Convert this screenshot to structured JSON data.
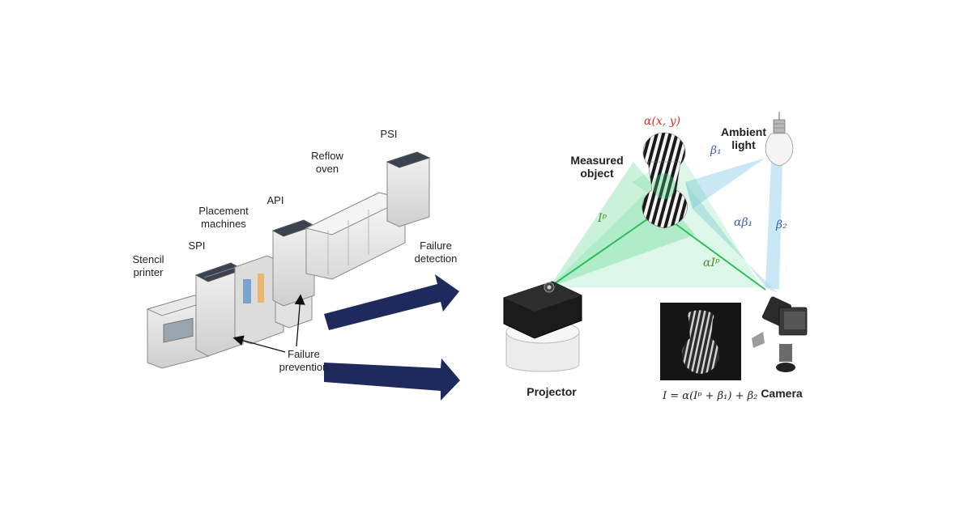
{
  "colors": {
    "arrow_navy": "#1f2a5c",
    "projection_green": "#3fd17a",
    "ambient_blue": "#9fd3ec",
    "label_red": "#d32f2f",
    "label_blue": "#3c62a8",
    "label_green": "#4a8f2f"
  },
  "line": {
    "stencil_printer": "Stencil\nprinter",
    "spi": "SPI",
    "placement_machines": "Placement\nmachines",
    "api": "API",
    "reflow_oven": "Reflow\noven",
    "psi": "PSI",
    "failure_detection": "Failure\ndetection",
    "failure_prevention": "Failure\nprevention"
  },
  "setup": {
    "alpha_xy": "α(x, y)",
    "measured_object": "Measured\nobject",
    "ambient_light": "Ambient\nlight",
    "beta1": "β₁",
    "alpha_beta1": "αβ₁",
    "beta2": "β₂",
    "ip": "Iᵖ",
    "alpha_ip": "αIᵖ",
    "projector": "Projector",
    "camera": "Camera",
    "equation": "I = α(Iᵖ + β₁) + β₂"
  },
  "icons": [
    "light-bulb-icon",
    "projector-icon",
    "camera-icon"
  ]
}
